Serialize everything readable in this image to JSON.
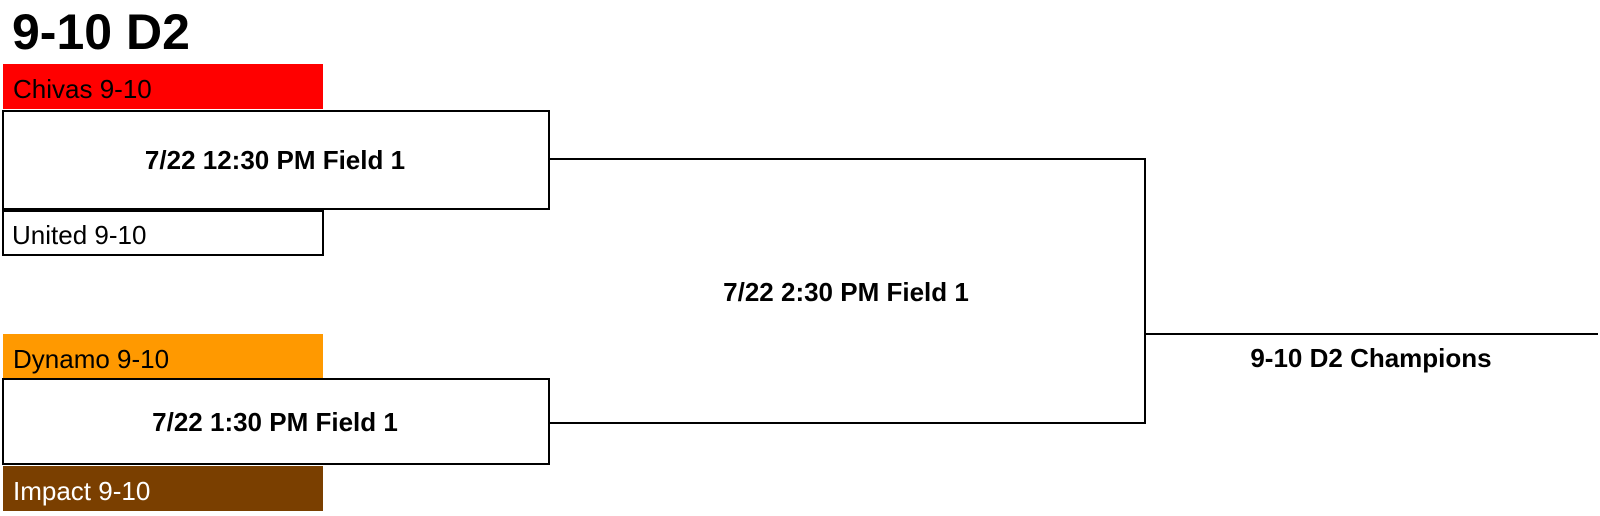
{
  "title": "9-10 D2",
  "teams": [
    {
      "name": "Chivas 9-10",
      "color": "#ff0000",
      "text_color": "#000000"
    },
    {
      "name": "United 9-10",
      "color": "#ffffff",
      "text_color": "#000000"
    },
    {
      "name": "Dynamo 9-10",
      "color": "#ff9900",
      "text_color": "#000000"
    },
    {
      "name": "Impact 9-10",
      "color": "#7a3f00",
      "text_color": "#ffffff"
    }
  ],
  "games": {
    "semifinal_1": "7/22 12:30 PM Field 1",
    "semifinal_2": "7/22 1:30 PM Field 1",
    "final": "7/22 2:30 PM Field 1"
  },
  "champion_label": "9-10 D2 Champions"
}
